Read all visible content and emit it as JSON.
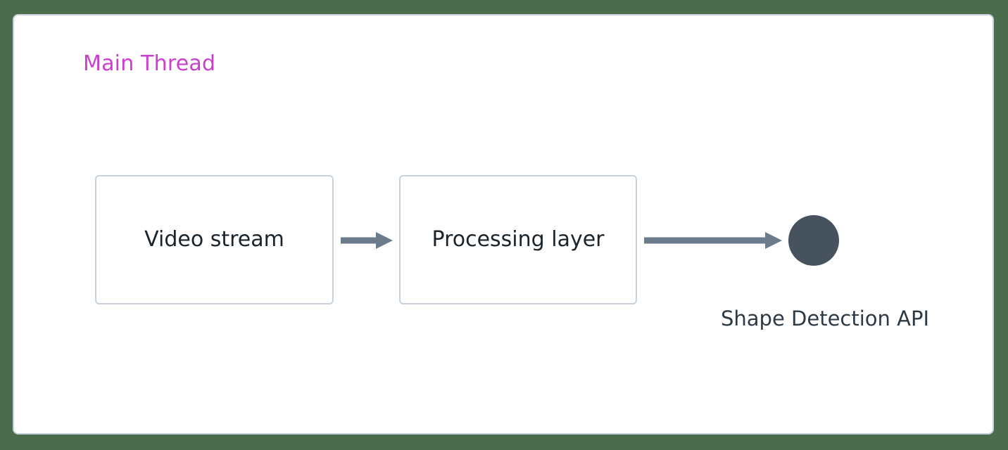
{
  "diagram": {
    "type": "flowchart",
    "direction": "left-to-right",
    "background_color": "#4b6c4d",
    "panel_background_color": "#ffffff",
    "panel_border_color": "#c7d2dd",
    "subgraph": {
      "title": "Main Thread",
      "title_color": "#cc3fcc"
    },
    "nodes": [
      {
        "id": "video",
        "label": "Video stream",
        "shape": "rounded-rectangle",
        "text_color": "#1b232b",
        "border_color": "#c7d2dd",
        "fill_color": "#ffffff"
      },
      {
        "id": "processing",
        "label": "Processing layer",
        "shape": "rounded-rectangle",
        "text_color": "#1b232b",
        "border_color": "#c7d2dd",
        "fill_color": "#ffffff"
      },
      {
        "id": "shape-detection",
        "label": "Shape Detection API",
        "shape": "circle",
        "fill_color": "#46535f",
        "text_color": "#2c3a46"
      }
    ],
    "edges": [
      {
        "id": "edge-1",
        "from": "video",
        "to": "processing",
        "style": "solid-arrow",
        "color": "#6b7b8c"
      },
      {
        "id": "edge-2",
        "from": "processing",
        "to": "shape-detection",
        "style": "solid-arrow",
        "color": "#6b7b8c"
      }
    ]
  }
}
